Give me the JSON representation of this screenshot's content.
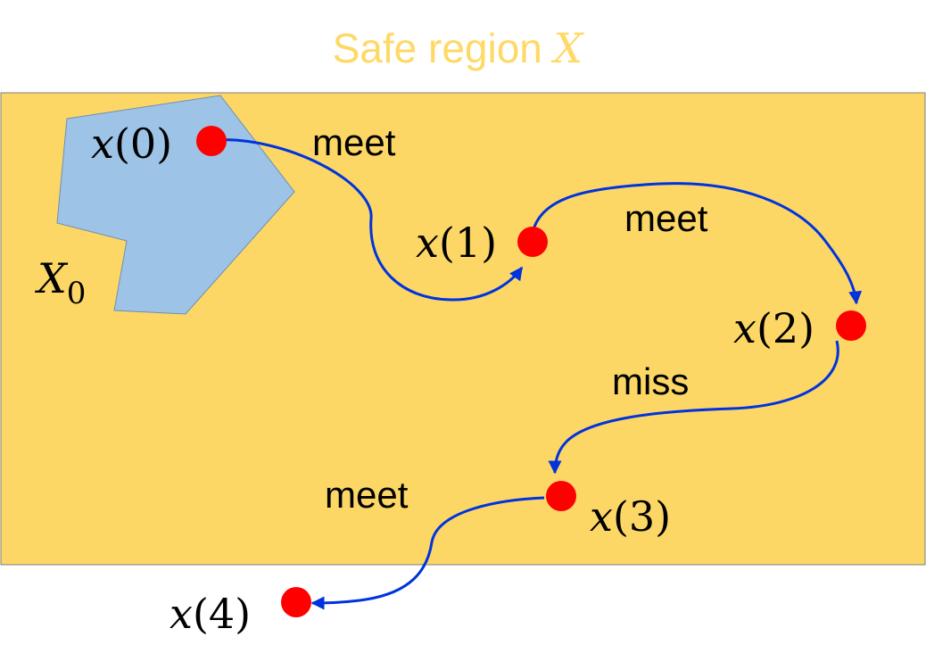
{
  "title": {
    "prefix": "Safe region ",
    "variable": "X"
  },
  "initial_set": {
    "symbol": "X",
    "subscript": "0"
  },
  "states": [
    {
      "var": "x",
      "index": "(0)"
    },
    {
      "var": "x",
      "index": "(1)"
    },
    {
      "var": "x",
      "index": "(2)"
    },
    {
      "var": "x",
      "index": "(3)"
    },
    {
      "var": "x",
      "index": "(4)"
    }
  ],
  "transitions": [
    {
      "label": "meet"
    },
    {
      "label": "meet"
    },
    {
      "label": "miss"
    },
    {
      "label": "meet"
    }
  ],
  "colors": {
    "safe_region_fill": "#FCD766",
    "safe_region_border": "#7F7F7F",
    "initial_set_fill": "#9DC3E6",
    "initial_set_border": "#6F8FB0",
    "state_point": "#FF0000",
    "arrow": "#0033DD",
    "title_text": "#FFD966",
    "initial_set_label": "#9DC3E6"
  }
}
